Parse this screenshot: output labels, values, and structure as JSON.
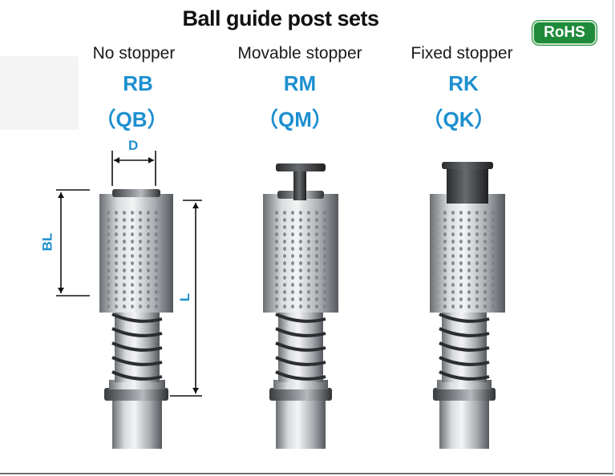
{
  "title": "Ball guide post sets",
  "badge": "RoHS",
  "columns": [
    {
      "label": "No stopper",
      "code": "RB",
      "alt_code": "（QB）"
    },
    {
      "label": "Movable stopper",
      "code": "RM",
      "alt_code": "（QM）"
    },
    {
      "label": "Fixed stopper",
      "code": "RK",
      "alt_code": "（QK）"
    }
  ],
  "dimensions": {
    "d": "D",
    "bl": "BL",
    "l": "L"
  },
  "colors": {
    "accent": "#1d8fd0",
    "badge": "#1e8a3a"
  }
}
